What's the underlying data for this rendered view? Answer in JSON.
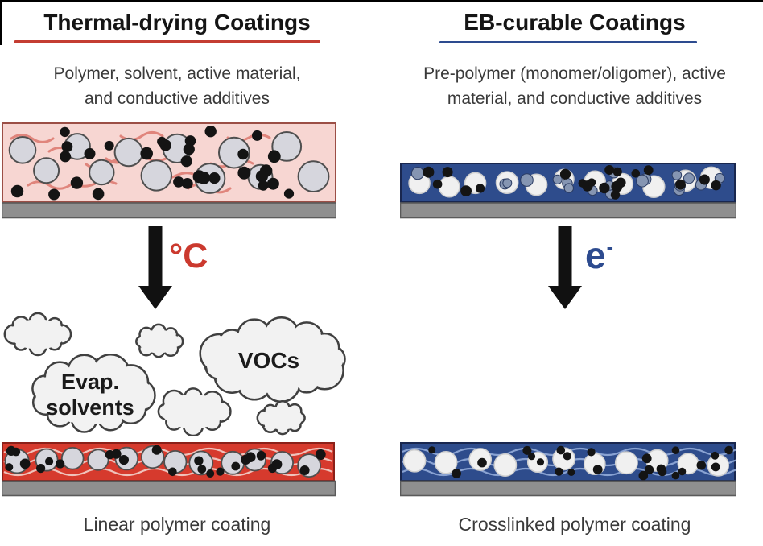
{
  "left": {
    "title": "Thermal-drying Coatings",
    "subtitle_line1": "Polymer, solvent, active material,",
    "subtitle_line2": "and conductive additives",
    "process_label": "°C",
    "caption": "Linear polymer coating",
    "clouds": {
      "evap_line1": "Evap.",
      "evap_line2": "solvents",
      "vocs": "VOCs"
    }
  },
  "right": {
    "title": "EB-curable Coatings",
    "subtitle_line1": "Pre-polymer (monomer/oligomer), active",
    "subtitle_line2": "material, and conductive additives",
    "process_label_base": "e",
    "process_label_sup": "-",
    "caption": "Crosslinked polymer coating"
  },
  "colors": {
    "heat_red": "#cb392e",
    "eb_blue": "#2d4b8f",
    "underline_left": "#c43d32",
    "underline_right": "#2d4b8f",
    "wet_fill": "#f7d6d2",
    "wet_border": "#9c4f46",
    "solvent_squiggle": "#e0857c",
    "dry_fill": "#d63a2d",
    "dry_border": "#8c2019",
    "dry_wave": "#f2d2cb",
    "blue_fill": "#2e4c8c",
    "blue_border": "#19274f",
    "blue_wave": "#93acd9",
    "white_particle": "#f0f0f0",
    "white_particle_stroke": "#cfcfcf",
    "gray_particle": "#d6d6dd",
    "gray_particle_stroke": "#4f4f4f",
    "slate_particle": "#8595b2",
    "slate_particle_stroke": "#2b3c63",
    "dot_black": "#141414",
    "substrate_fill": "#8f8f8f",
    "substrate_stroke": "#5a5a5a",
    "cloud_fill": "#f2f2f2",
    "cloud_stroke": "#404040",
    "arrow_black": "#111111"
  }
}
